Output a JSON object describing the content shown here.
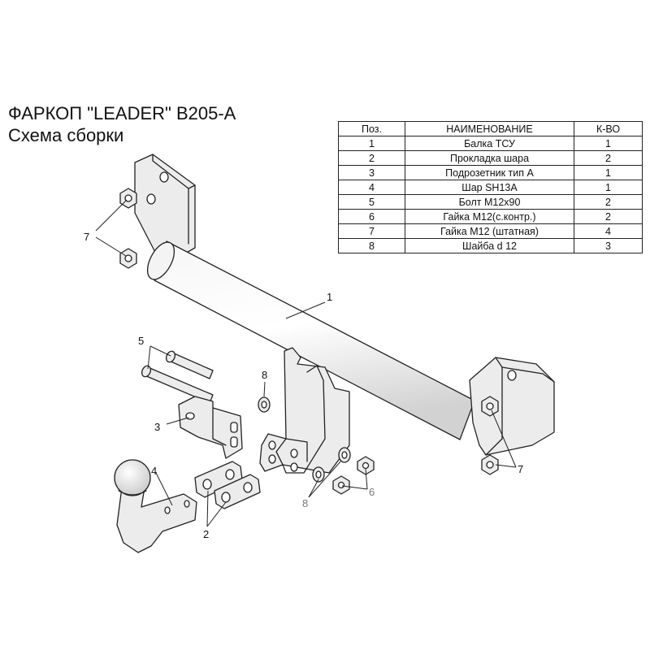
{
  "title": {
    "line1": "ФАРКОП \"LEADER\" B205-A",
    "line2": "Схема сборки"
  },
  "table": {
    "headers": [
      "Поз.",
      "НАИМЕНОВАНИЕ",
      "К-ВО"
    ],
    "rows": [
      [
        "1",
        "Балка ТСУ",
        "1"
      ],
      [
        "2",
        "Прокладка шара",
        "2"
      ],
      [
        "3",
        "Подрозетник тип А",
        "1"
      ],
      [
        "4",
        "Шар SH13A",
        "1"
      ],
      [
        "5",
        "Болт М12х90",
        "2"
      ],
      [
        "6",
        "Гайка М12(с.контр.)",
        "2"
      ],
      [
        "7",
        "Гайка М12 (штатная)",
        "4"
      ],
      [
        "8",
        "Шайба d 12",
        "3"
      ]
    ]
  },
  "callouts": {
    "p1": "1",
    "p2": "2",
    "p3": "3",
    "p4": "4",
    "p5": "5",
    "p6": "6",
    "p7_left": "7",
    "p7_right": "7",
    "p8_top": "8",
    "p8_bottom": "8"
  },
  "colors": {
    "part_fill": "#ececec",
    "line": "#222222",
    "grey_label": "#888888"
  }
}
